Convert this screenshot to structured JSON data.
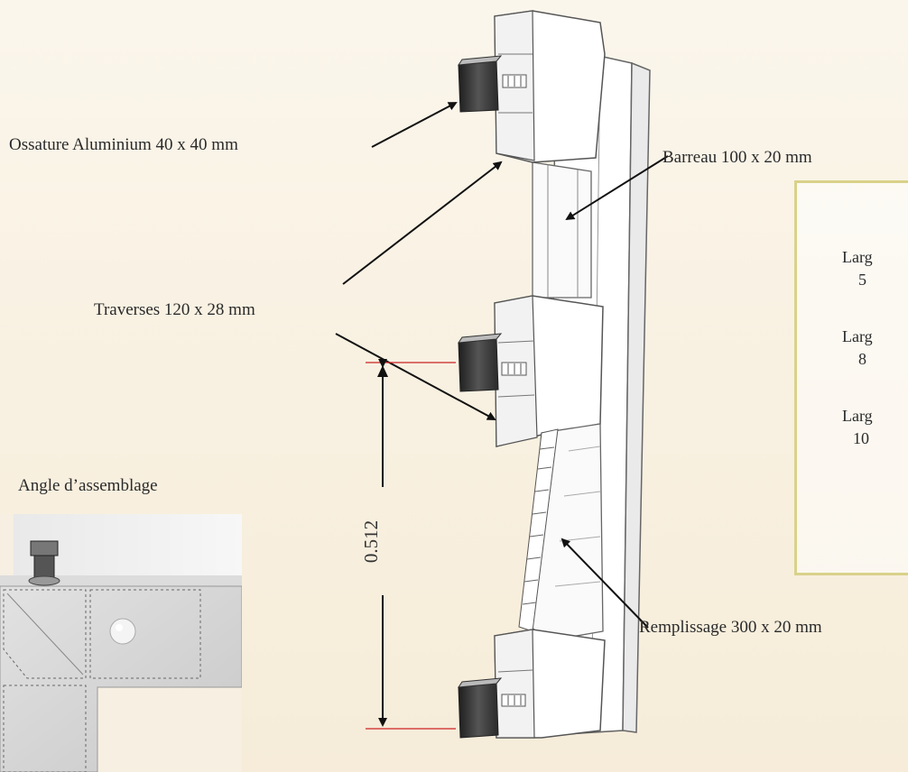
{
  "labels": {
    "ossature": "Ossature Aluminium  40 x 40 mm",
    "barreau": "Barreau 100 x 20 mm",
    "traverses": "Traverses 120 x 28 mm",
    "remplissage": "Remplissage 300 x 20 mm",
    "angle": "Angle d’assemblage",
    "dimension": "0.512"
  },
  "info_box": {
    "line1": "Larg",
    "line2": "5",
    "line3": "Larg",
    "line4": "8",
    "line5": "Larg",
    "line6": "10"
  },
  "colors": {
    "dimension_line": "#cc2222",
    "box_border": "#d9d28a",
    "profile_fill": "#ffffff",
    "profile_stroke": "#555555",
    "aluminium": "#333333"
  }
}
